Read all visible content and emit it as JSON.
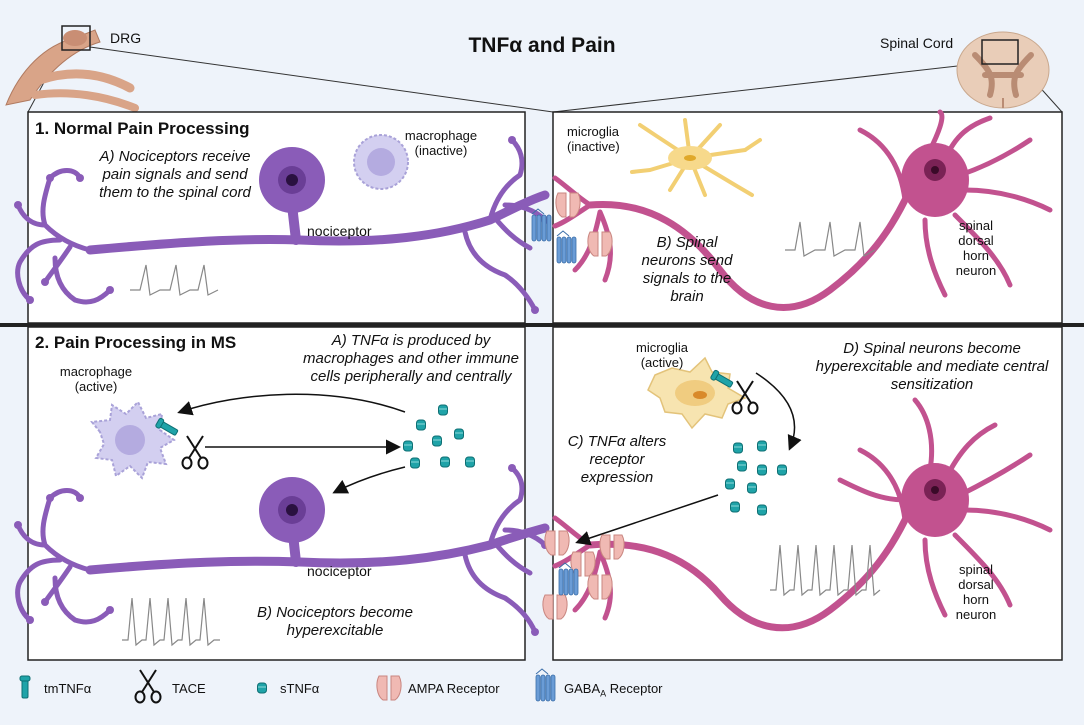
{
  "title": "TNFα and Pain",
  "top_labels": {
    "drg": "DRG",
    "spinal_cord": "Spinal Cord"
  },
  "panel1": {
    "heading": "1. Normal Pain Processing",
    "macrophage": "macrophage (inactive)",
    "step_a": "A) Nociceptors receive pain signals and send them to the spinal cord",
    "nociceptor": "nociceptor",
    "microglia": "microglia (inactive)",
    "step_b": "B) Spinal neurons send signals to the brain",
    "spinal_neuron": "spinal dorsal horn neuron"
  },
  "panel2": {
    "heading": "2. Pain Processing in MS",
    "macrophage": "macrophage (active)",
    "step_a": "A) TNFα is produced by macrophages and other immune cells peripherally and centrally",
    "nociceptor": "nociceptor",
    "step_b": "B) Nociceptors become hyperexcitable",
    "microglia": "microglia (active)",
    "step_c": "C) TNFα alters receptor expression",
    "step_d": "D) Spinal neurons become hyperexcitable and mediate central sensitization",
    "spinal_neuron": "spinal dorsal horn neuron"
  },
  "legend": {
    "tmtnfa": "tmTNFα",
    "tace": "TACE",
    "stnfa": "sTNFα",
    "ampa": "AMPA Receptor",
    "gaba_main": "GABA",
    "gaba_sub": "A",
    "gaba_tail": " Receptor"
  },
  "colors": {
    "nociceptor": "#8a5cb8",
    "nociceptor_dark": "#6a3e96",
    "spinal_neuron": "#c2528f",
    "spinal_neuron_dark": "#7a2255",
    "microglia": "#f7d98b",
    "macrophage": "#c9c3ea",
    "stnfa": "#1fa3a8",
    "ampa": "#f0b9b3",
    "gaba": "#6a9cd6",
    "background": "#eef3fa"
  }
}
